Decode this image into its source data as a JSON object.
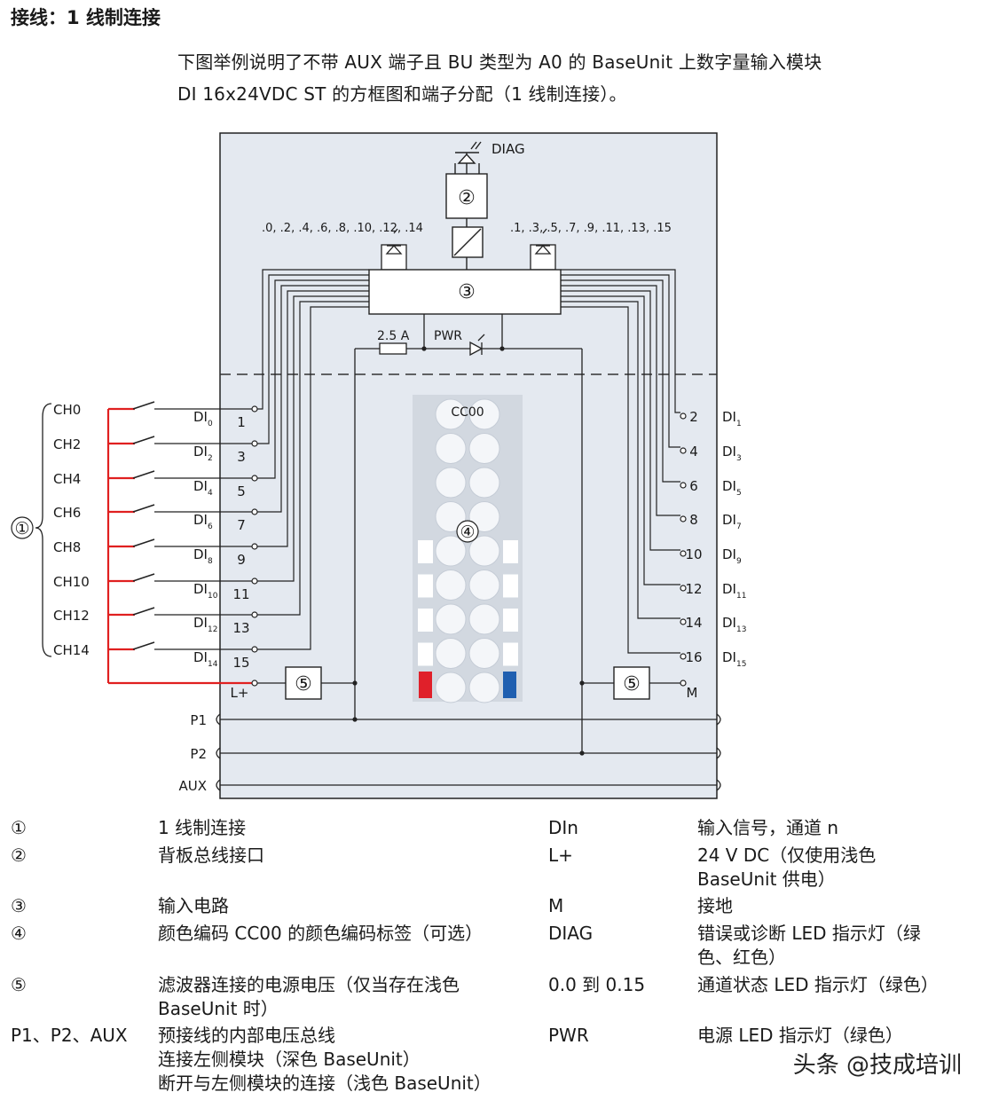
{
  "heading": "接线：1 线制连接",
  "intro": {
    "line1": "下图举例说明了不带 AUX 端子且 BU 类型为 A0 的 BaseUnit 上数字量输入模块",
    "line2": "DI 16x24VDC ST 的方框图和端子分配（1 线制连接）。"
  },
  "diagram": {
    "diag_label": "DIAG",
    "callouts": {
      "c1": "①",
      "c2": "②",
      "c3": "③",
      "c4": "④",
      "c5": "⑤"
    },
    "led_group_even": ".0, .2, .4, .6, .8, .10, .12, .14",
    "led_group_odd": ".1, .3, .5, .7, .9, .11, .13, .15",
    "fuse_label": "2.5 A",
    "pwr_label": "PWR",
    "color_code": "CC00",
    "channels": [
      "CH0",
      "CH2",
      "CH4",
      "CH6",
      "CH8",
      "CH10",
      "CH12",
      "CH14"
    ],
    "left_terminals": [
      "1",
      "3",
      "5",
      "7",
      "9",
      "11",
      "13",
      "15"
    ],
    "left_di_base": "DI",
    "left_di_subs": [
      "0",
      "2",
      "4",
      "6",
      "8",
      "10",
      "12",
      "14"
    ],
    "right_terminals": [
      "2",
      "4",
      "6",
      "8",
      "10",
      "12",
      "14",
      "16"
    ],
    "right_di_subs": [
      "1",
      "3",
      "5",
      "7",
      "9",
      "11",
      "13",
      "15"
    ],
    "lplus": "L+",
    "m": "M",
    "buses": [
      "P1",
      "P2",
      "AUX"
    ],
    "colors": {
      "wire": "#222222",
      "red_wire": "#e02020",
      "panel": "#e4e9f0",
      "label_red": "#e0202a",
      "label_blue": "#1f5fb0"
    }
  },
  "legend": {
    "rows": [
      {
        "sym": "①",
        "desc": "1 线制连接",
        "key": "DIn",
        "meaning": "输入信号，通道 n"
      },
      {
        "sym": "②",
        "desc": "背板总线接口",
        "key": "L+",
        "meaning": "24 V DC（仅使用浅色\nBaseUnit 供电）"
      },
      {
        "sym": "③",
        "desc": "输入电路",
        "key": "M",
        "meaning": "接地"
      },
      {
        "sym": "④",
        "desc": "颜色编码 CC00 的颜色编码标签（可选）",
        "key": "DIAG",
        "meaning": "错误或诊断 LED 指示灯（绿\n色、红色）"
      },
      {
        "sym": "⑤",
        "desc": "滤波器连接的电源电压（仅当存在浅色\nBaseUnit 时）",
        "key": "0.0 到 0.15",
        "meaning": "通道状态 LED 指示灯（绿色）"
      },
      {
        "sym": "P1、P2、AUX",
        "desc": "预接线的内部电压总线\n连接左侧模块（深色 BaseUnit）\n断开与左侧模块的连接（浅色 BaseUnit）",
        "key": "PWR",
        "meaning": "电源 LED 指示灯（绿色）"
      }
    ]
  },
  "watermark": "头条 @技成培训"
}
